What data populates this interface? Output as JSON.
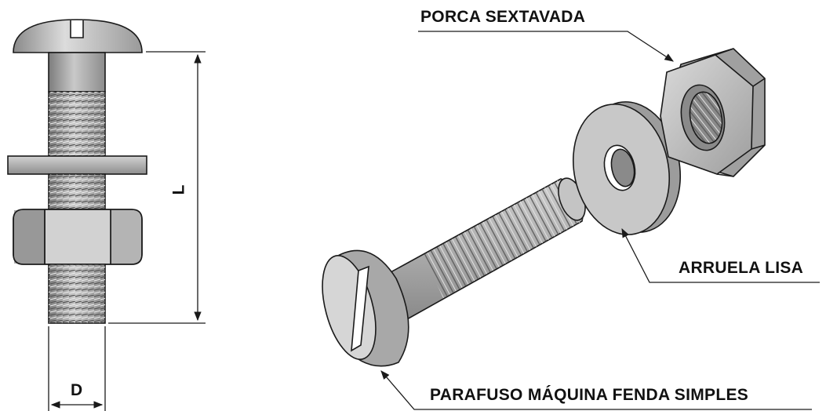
{
  "labels": {
    "nut": "PORCA SEXTAVADA",
    "washer": "ARRUELA LISA",
    "screw": "PARAFUSO MÁQUINA FENDA SIMPLES"
  },
  "dimensions": {
    "length": "L",
    "diameter": "D"
  },
  "colors": {
    "line": "#1a1a1a",
    "metal_light": "#d4d4d4",
    "metal_mid": "#aaaaaa",
    "metal_dark": "#6e6e6e"
  }
}
